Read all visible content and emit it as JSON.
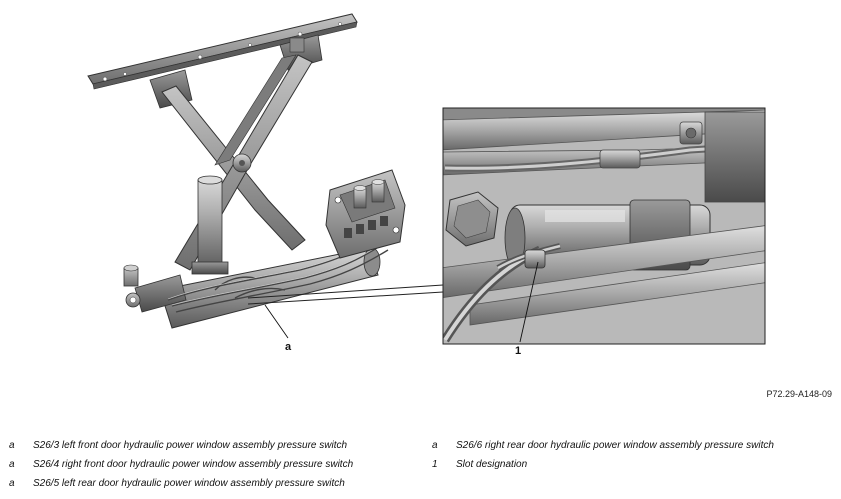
{
  "figure": {
    "callouts": {
      "main_label": "a",
      "detail_label": "1"
    },
    "figure_id": "P72.29-A148-09"
  },
  "legend": {
    "left": [
      {
        "key": "a",
        "text": "S26/3 left front door hydraulic power window assembly pressure switch"
      },
      {
        "key": "a",
        "text": "S26/4 right front door hydraulic power window assembly pressure switch"
      },
      {
        "key": "a",
        "text": "S26/5 left rear door hydraulic power window assembly pressure switch"
      }
    ],
    "right": [
      {
        "key": "a",
        "text": "S26/6 right rear door hydraulic power window assembly pressure switch"
      },
      {
        "key": "1",
        "text": "Slot designation"
      }
    ]
  }
}
